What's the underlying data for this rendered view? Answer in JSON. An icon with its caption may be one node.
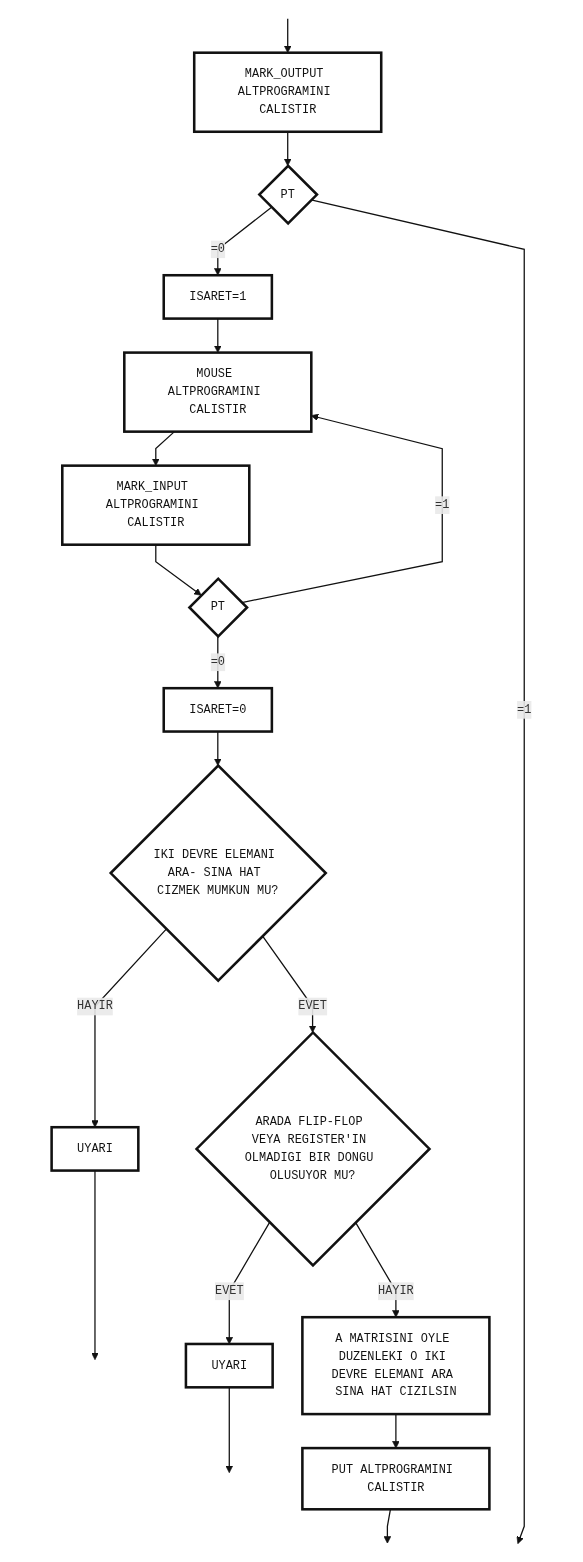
{
  "diagram": {
    "nodes": [
      {
        "text": [
          "MARK_OUTPUT ALTPROGRAMINI CALISTIR"
        ]
      },
      {
        "text": [
          "PT"
        ]
      },
      {
        "text": [
          "ISARET=1"
        ]
      },
      {
        "text": [
          "MOUSE ALTPROGRAMINI CALISTIR"
        ]
      },
      {
        "text": [
          "MARK_INPUT ALTPROGRAMINI CALISTIR"
        ]
      },
      {
        "text": [
          "PT"
        ]
      },
      {
        "text": [
          "ISARET=0"
        ]
      },
      {
        "text": [
          "IKI DEVRE ELEMANI ARA- SINA HAT CIZMEK MUMKUN MU?"
        ]
      },
      {
        "text": [
          "UYARI"
        ]
      },
      {
        "text": [
          "ARADA FLIP-FLOP VEYA REGISTER'IN OLMADIGI BIR DONGU OLUSUYOR MU?"
        ]
      },
      {
        "text": [
          "UYARI"
        ]
      },
      {
        "text": [
          "A MATRISINI OYLE DUZENLEKI O IKI DEVRE ELEMANI ARA SINA HAT CIZILSIN"
        ]
      },
      {
        "text": [
          "PUT ALTPROGRAMINI CALISTIR"
        ]
      }
    ],
    "edges": [
      {
        "from": null,
        "to": 0,
        "arrow": "to"
      },
      {
        "from": 0,
        "to": 1,
        "arrow": "to"
      },
      {
        "from": 1,
        "to": 2,
        "arrow": "to",
        "label": "=0"
      },
      {
        "from": 1,
        "to": null,
        "arrow": "to",
        "label": "=1"
      },
      {
        "from": 2,
        "to": 3,
        "arrow": "to"
      },
      {
        "from": 3,
        "to": 4,
        "arrow": "to"
      },
      {
        "from": 4,
        "to": 5,
        "arrow": "to"
      },
      {
        "from": 5,
        "to": 3,
        "arrow": "to",
        "label": "=1"
      },
      {
        "from": 5,
        "to": 6,
        "arrow": "to",
        "label": "=0"
      },
      {
        "from": 6,
        "to": 7,
        "arrow": "to"
      },
      {
        "from": 7,
        "to": 8,
        "arrow": "to",
        "label": "HAYIR"
      },
      {
        "from": 8,
        "to": null,
        "arrow": "to"
      },
      {
        "from": 7,
        "to": 9,
        "arrow": "to",
        "label": "EVET"
      },
      {
        "from": 9,
        "to": 10,
        "arrow": "to",
        "label": "EVET"
      },
      {
        "from": 10,
        "to": null,
        "arrow": "to"
      },
      {
        "from": 9,
        "to": 11,
        "arrow": "to",
        "label": "HAYIR"
      },
      {
        "from": 11,
        "to": 12,
        "arrow": "to"
      },
      {
        "from": 12,
        "to": null,
        "arrow": "to"
      }
    ]
  }
}
